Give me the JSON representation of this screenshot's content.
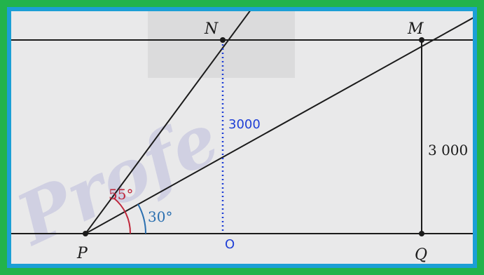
{
  "points": {
    "N": "N",
    "M": "M",
    "P": "P",
    "Q": "Q",
    "O": "O"
  },
  "lengths": {
    "blue": "3000",
    "right": "3 000"
  },
  "angles": {
    "red": "55°",
    "blue": "30°"
  },
  "watermark": "Profe",
  "colors": {
    "outer_border": "#22b34c",
    "inner_border": "#1b9fd6",
    "paper": "#e9e9ea",
    "lines": "#1b1b1b",
    "dotted_blue": "#1f3fd6",
    "angle_red": "#c0273b",
    "angle_blue": "#2a6fb0"
  }
}
